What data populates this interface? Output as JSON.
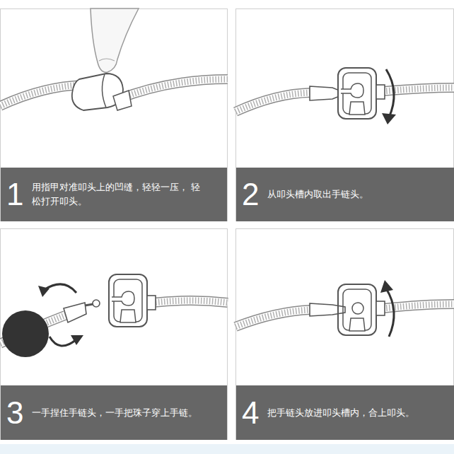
{
  "diagram": {
    "nodes": [
      {
        "text": [
          "1",
          "用指甲对准叩头上的凹缝，轻轻一压， 轻松打开叩头。"
        ]
      },
      {
        "text": [
          "2",
          "从叩头槽内取出手链头。"
        ]
      },
      {
        "text": [
          "3",
          "一手捏住手链头，一手把珠子穿上手链。"
        ]
      },
      {
        "text": [
          "4",
          "把手链头放进叩头槽内，合上叩头。"
        ]
      }
    ]
  }
}
